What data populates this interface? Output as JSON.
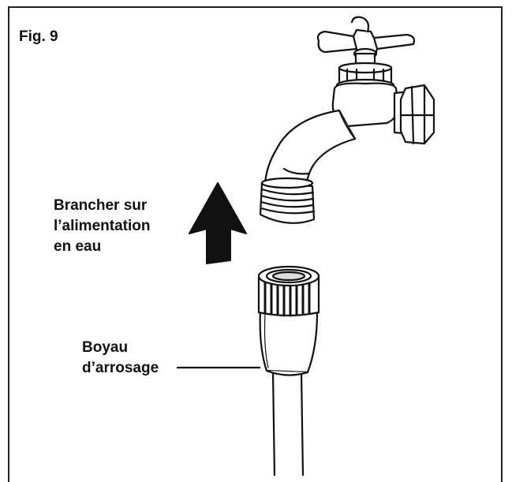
{
  "figure": {
    "label": "Fig. 9"
  },
  "instruction": {
    "line1": "Brancher sur",
    "line2": "l’alimentation",
    "line3": "en eau"
  },
  "hose": {
    "line1": "Boyau",
    "line2": "d’arrosage"
  },
  "icons": {
    "faucet": "faucet-icon",
    "arrow": "arrow-up-icon",
    "hose": "hose-coupling-icon"
  },
  "colors": {
    "stroke": "#111111",
    "fill": "#ffffff"
  }
}
